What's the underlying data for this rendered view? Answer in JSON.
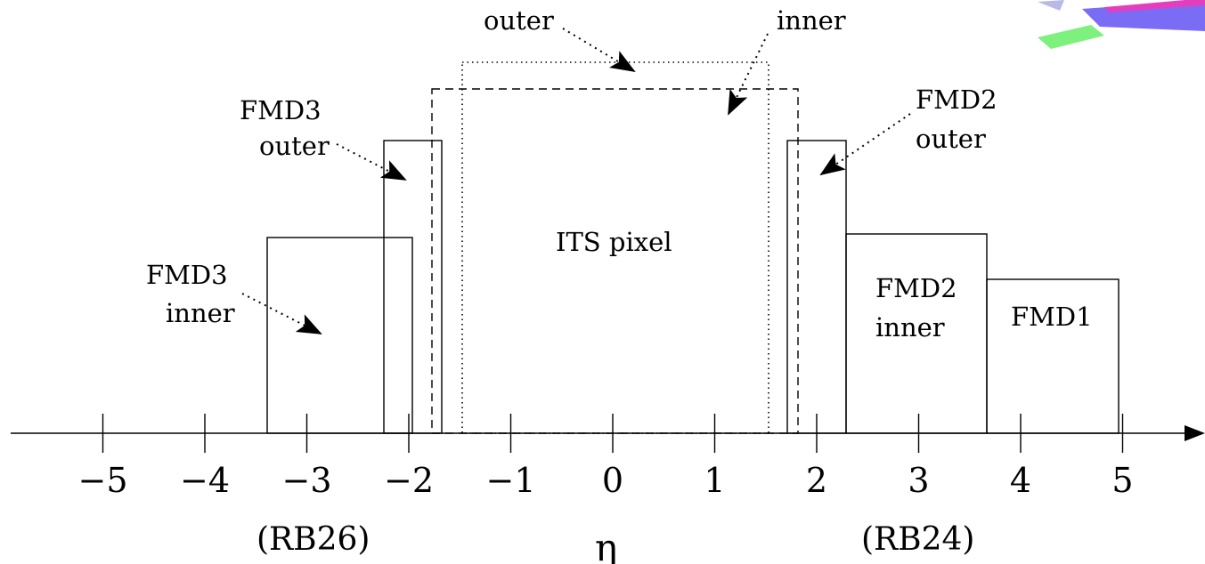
{
  "axis": {
    "ticks": [
      "−5",
      "−4",
      "−3",
      "−2",
      "−1",
      "0",
      "1",
      "2",
      "3",
      "4",
      "5"
    ],
    "label": "η",
    "left_side_label": "(RB26)",
    "right_side_label": "(RB24)"
  },
  "labels": {
    "its_outer": "outer",
    "its_inner": "inner",
    "its_pixel": "ITS pixel",
    "fmd3_outer_1": "FMD3",
    "fmd3_outer_2": "outer",
    "fmd3_inner_1": "FMD3",
    "fmd3_inner_2": "inner",
    "fmd2_outer_1": "FMD2",
    "fmd2_outer_2": "outer",
    "fmd2_inner_1": "FMD2",
    "fmd2_inner_2": "inner",
    "fmd1": "FMD1"
  },
  "coverage_eta": {
    "fmd3_inner": [
      -3.4,
      -2.0
    ],
    "fmd3_outer": [
      -2.3,
      -1.7
    ],
    "its_inner": [
      -1.8,
      1.8
    ],
    "its_outer": [
      -1.5,
      1.5
    ],
    "fmd2_outer": [
      1.7,
      2.3
    ],
    "fmd2_inner": [
      2.3,
      3.7
    ],
    "fmd1": [
      3.7,
      5.0
    ]
  },
  "colors": {
    "ink": "#000000",
    "corner_green": "#7ef07e",
    "corner_blue": "#7a6cf5",
    "corner_magenta": "#e23fbf"
  }
}
